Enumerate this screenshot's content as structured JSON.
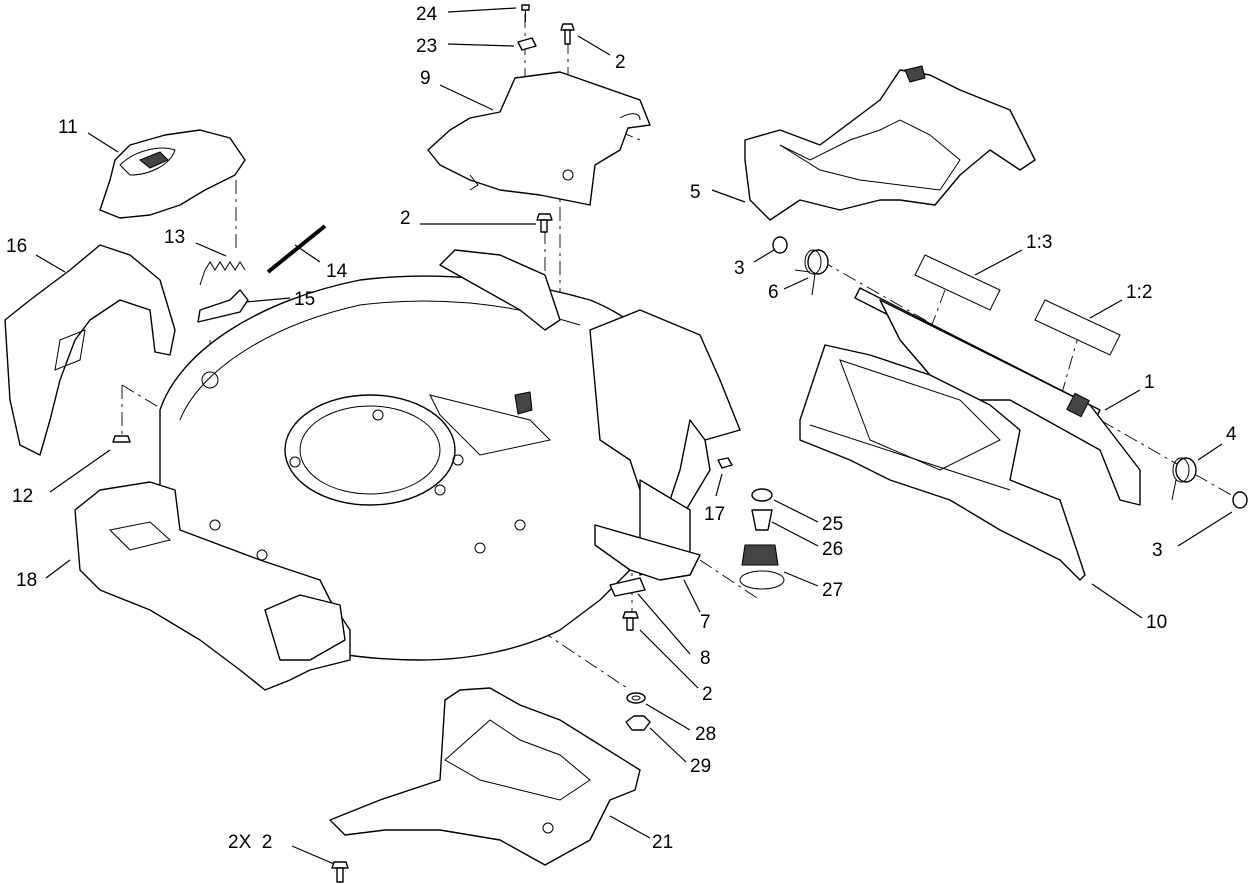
{
  "callouts": [
    {
      "id": "c24a",
      "text": "24"
    },
    {
      "id": "c23",
      "text": "23"
    },
    {
      "id": "c2a",
      "text": "2"
    },
    {
      "id": "c9",
      "text": "9"
    },
    {
      "id": "c11",
      "text": "11"
    },
    {
      "id": "c2b",
      "text": "2"
    },
    {
      "id": "c5",
      "text": "5"
    },
    {
      "id": "c13",
      "text": "13"
    },
    {
      "id": "c16",
      "text": "16"
    },
    {
      "id": "c14",
      "text": "14"
    },
    {
      "id": "c15",
      "text": "15"
    },
    {
      "id": "c3a",
      "text": "3"
    },
    {
      "id": "c6",
      "text": "6"
    },
    {
      "id": "c13r",
      "text": "1:3"
    },
    {
      "id": "c12r",
      "text": "1:2"
    },
    {
      "id": "c1",
      "text": "1"
    },
    {
      "id": "c4",
      "text": "4"
    },
    {
      "id": "c12",
      "text": "12"
    },
    {
      "id": "c17",
      "text": "17"
    },
    {
      "id": "c25",
      "text": "25"
    },
    {
      "id": "c26",
      "text": "26"
    },
    {
      "id": "c3b",
      "text": "3"
    },
    {
      "id": "c18",
      "text": "18"
    },
    {
      "id": "c27",
      "text": "27"
    },
    {
      "id": "c7",
      "text": "7"
    },
    {
      "id": "c10",
      "text": "10"
    },
    {
      "id": "c8",
      "text": "8"
    },
    {
      "id": "c2c",
      "text": "2"
    },
    {
      "id": "c28",
      "text": "28"
    },
    {
      "id": "c29",
      "text": "29"
    },
    {
      "id": "c2x",
      "text": "2X  2"
    },
    {
      "id": "c21",
      "text": "21"
    }
  ]
}
